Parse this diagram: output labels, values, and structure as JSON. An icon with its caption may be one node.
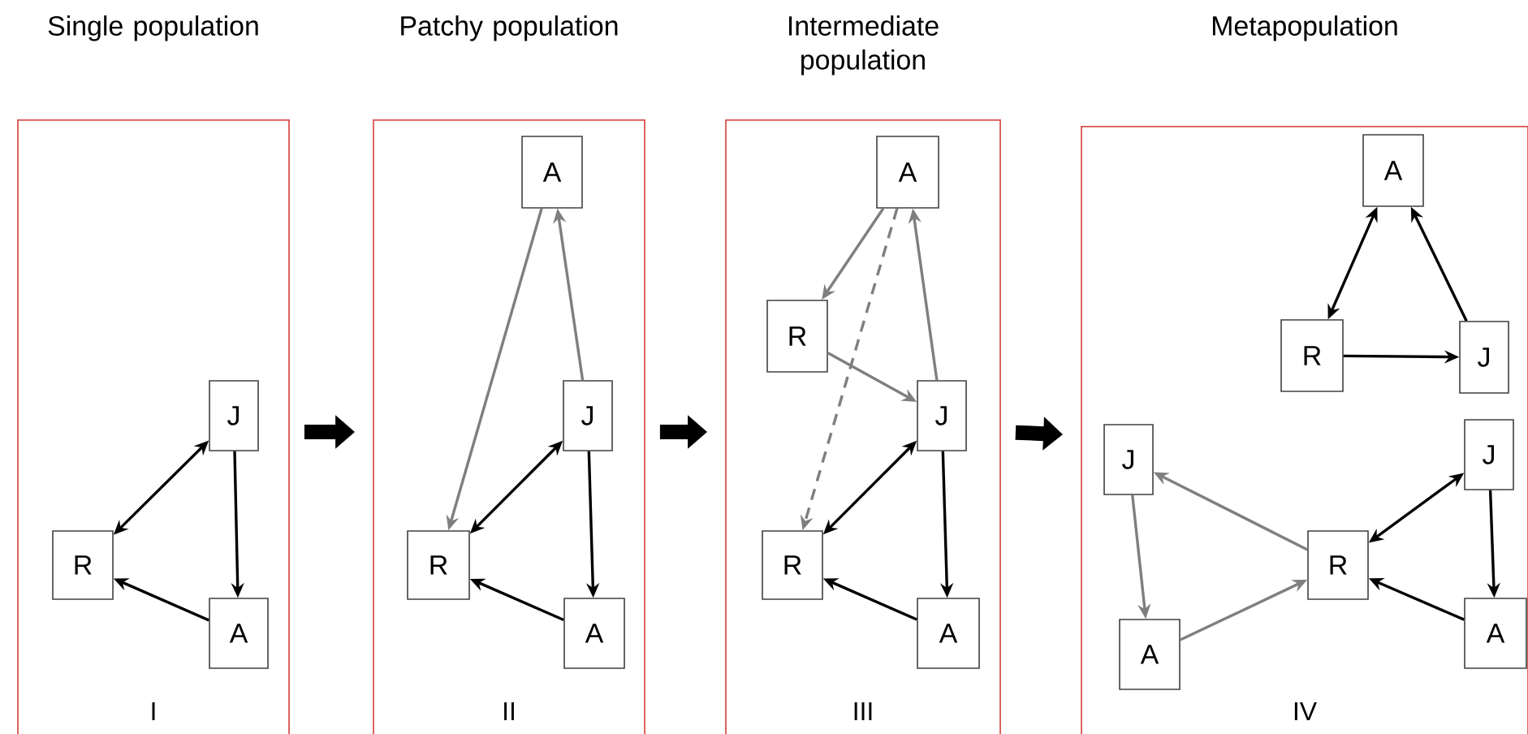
{
  "diagram": {
    "nodes": [
      {
        "text": [
          "Single population",
          "I"
        ]
      },
      {
        "text": [
          "J"
        ],
        "in": 0
      },
      {
        "text": [
          "R"
        ],
        "in": 0
      },
      {
        "text": [
          "A"
        ],
        "in": 0
      },
      {
        "text": [
          "Patchy population",
          "II"
        ]
      },
      {
        "text": [
          "A"
        ],
        "in": 4
      },
      {
        "text": [
          "J"
        ],
        "in": 4
      },
      {
        "text": [
          "R"
        ],
        "in": 4
      },
      {
        "text": [
          "A"
        ],
        "in": 4
      },
      {
        "text": [
          "Intermediate population",
          "III"
        ]
      },
      {
        "text": [
          "A"
        ],
        "in": 9
      },
      {
        "text": [
          "R"
        ],
        "in": 9
      },
      {
        "text": [
          "J"
        ],
        "in": 9
      },
      {
        "text": [
          "R"
        ],
        "in": 9
      },
      {
        "text": [
          "A"
        ],
        "in": 9
      },
      {
        "text": [
          "Metapopulation",
          "IV"
        ]
      },
      {
        "text": [
          "A"
        ],
        "in": 15
      },
      {
        "text": [
          "R"
        ],
        "in": 15
      },
      {
        "text": [
          "J"
        ],
        "in": 15
      },
      {
        "text": [
          "J"
        ],
        "in": 15
      },
      {
        "text": [
          "J"
        ],
        "in": 15
      },
      {
        "text": [
          "R"
        ],
        "in": 15
      },
      {
        "text": [
          "A"
        ],
        "in": 15
      },
      {
        "text": [
          "A"
        ],
        "in": 15
      }
    ],
    "edges": [
      {
        "from": 2,
        "to": 1,
        "arrow": "both"
      },
      {
        "from": 1,
        "to": 3,
        "arrow": "to"
      },
      {
        "from": 3,
        "to": 2,
        "arrow": "to"
      },
      {
        "from": 7,
        "to": 6,
        "arrow": "both"
      },
      {
        "from": 6,
        "to": 8,
        "arrow": "to"
      },
      {
        "from": 8,
        "to": 7,
        "arrow": "to"
      },
      {
        "from": 6,
        "to": 5,
        "arrow": "to",
        "color": "#7f7f7f"
      },
      {
        "from": 5,
        "to": 7,
        "arrow": "to",
        "color": "#7f7f7f"
      },
      {
        "from": 13,
        "to": 12,
        "arrow": "both"
      },
      {
        "from": 12,
        "to": 14,
        "arrow": "to"
      },
      {
        "from": 14,
        "to": 13,
        "arrow": "to"
      },
      {
        "from": 10,
        "to": 11,
        "arrow": "to",
        "color": "#7f7f7f"
      },
      {
        "from": 11,
        "to": 12,
        "arrow": "to",
        "color": "#7f7f7f"
      },
      {
        "from": 12,
        "to": 10,
        "arrow": "to",
        "color": "#7f7f7f"
      },
      {
        "from": 10,
        "to": 13,
        "arrow": "to",
        "style": "dashed",
        "color": "#7f7f7f"
      },
      {
        "from": 17,
        "to": 16,
        "arrow": "both"
      },
      {
        "from": 17,
        "to": 18,
        "arrow": "to"
      },
      {
        "from": 18,
        "to": 16,
        "arrow": "to"
      },
      {
        "from": 21,
        "to": 20,
        "arrow": "both"
      },
      {
        "from": 20,
        "to": 23,
        "arrow": "to"
      },
      {
        "from": 23,
        "to": 21,
        "arrow": "to"
      },
      {
        "from": 21,
        "to": 19,
        "arrow": "to",
        "color": "#7f7f7f"
      },
      {
        "from": 19,
        "to": 22,
        "arrow": "to",
        "color": "#7f7f7f"
      },
      {
        "from": 22,
        "to": 21,
        "arrow": "to",
        "color": "#7f7f7f"
      },
      {
        "from": 0,
        "to": 4,
        "arrow": "to",
        "style": "thick"
      },
      {
        "from": 4,
        "to": 9,
        "arrow": "to",
        "style": "thick"
      },
      {
        "from": 9,
        "to": 15,
        "arrow": "to",
        "style": "thick"
      }
    ]
  }
}
